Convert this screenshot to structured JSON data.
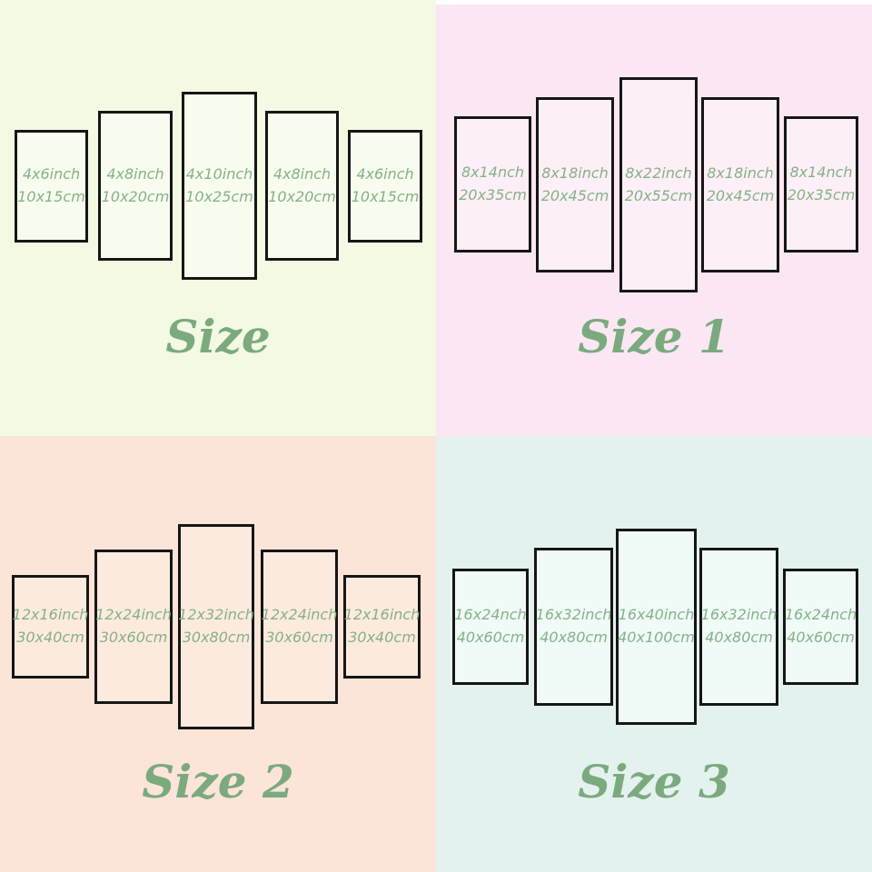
{
  "colors": {
    "page_background": "#ffffff",
    "quad_tl_background": "#f3f9e2",
    "quad_tr_background": "#fbe7f3",
    "quad_bl_background": "#fde4d8",
    "quad_br_background": "#e4f2ef",
    "panel_border": "#161616",
    "label_green": "#83b286",
    "title_green": "#7aaa7e",
    "gap_white": "#ffffff"
  },
  "quadrants": [
    {
      "title": "Size",
      "panels": [
        {
          "inch": "4x6inch",
          "cm": "10x15cm"
        },
        {
          "inch": "4x8inch",
          "cm": "10x20cm"
        },
        {
          "inch": "4x10inch",
          "cm": "10x25cm"
        },
        {
          "inch": "4x8inch",
          "cm": "10x20cm"
        },
        {
          "inch": "4x6inch",
          "cm": "10x15cm"
        }
      ]
    },
    {
      "title": "Size 1",
      "panels": [
        {
          "inch": "8x14nch",
          "cm": "20x35cm"
        },
        {
          "inch": "8x18inch",
          "cm": "20x45cm"
        },
        {
          "inch": "8x22inch",
          "cm": "20x55cm"
        },
        {
          "inch": "8x18inch",
          "cm": "20x45cm"
        },
        {
          "inch": "8x14nch",
          "cm": "20x35cm"
        }
      ]
    },
    {
      "title": "Size 2",
      "panels": [
        {
          "inch": "12x16inch",
          "cm": "30x40cm"
        },
        {
          "inch": "12x24inch",
          "cm": "30x60cm"
        },
        {
          "inch": "12x32inch",
          "cm": "30x80cm"
        },
        {
          "inch": "12x24inch",
          "cm": "30x60cm"
        },
        {
          "inch": "12x16inch",
          "cm": "30x40cm"
        }
      ]
    },
    {
      "title": "Size 3",
      "panels": [
        {
          "inch": "16x24nch",
          "cm": "40x60cm"
        },
        {
          "inch": "16x32inch",
          "cm": "40x80cm"
        },
        {
          "inch": "16x40inch",
          "cm": "40x100cm"
        },
        {
          "inch": "16x32inch",
          "cm": "40x80cm"
        },
        {
          "inch": "16x24nch",
          "cm": "40x60cm"
        }
      ]
    }
  ]
}
